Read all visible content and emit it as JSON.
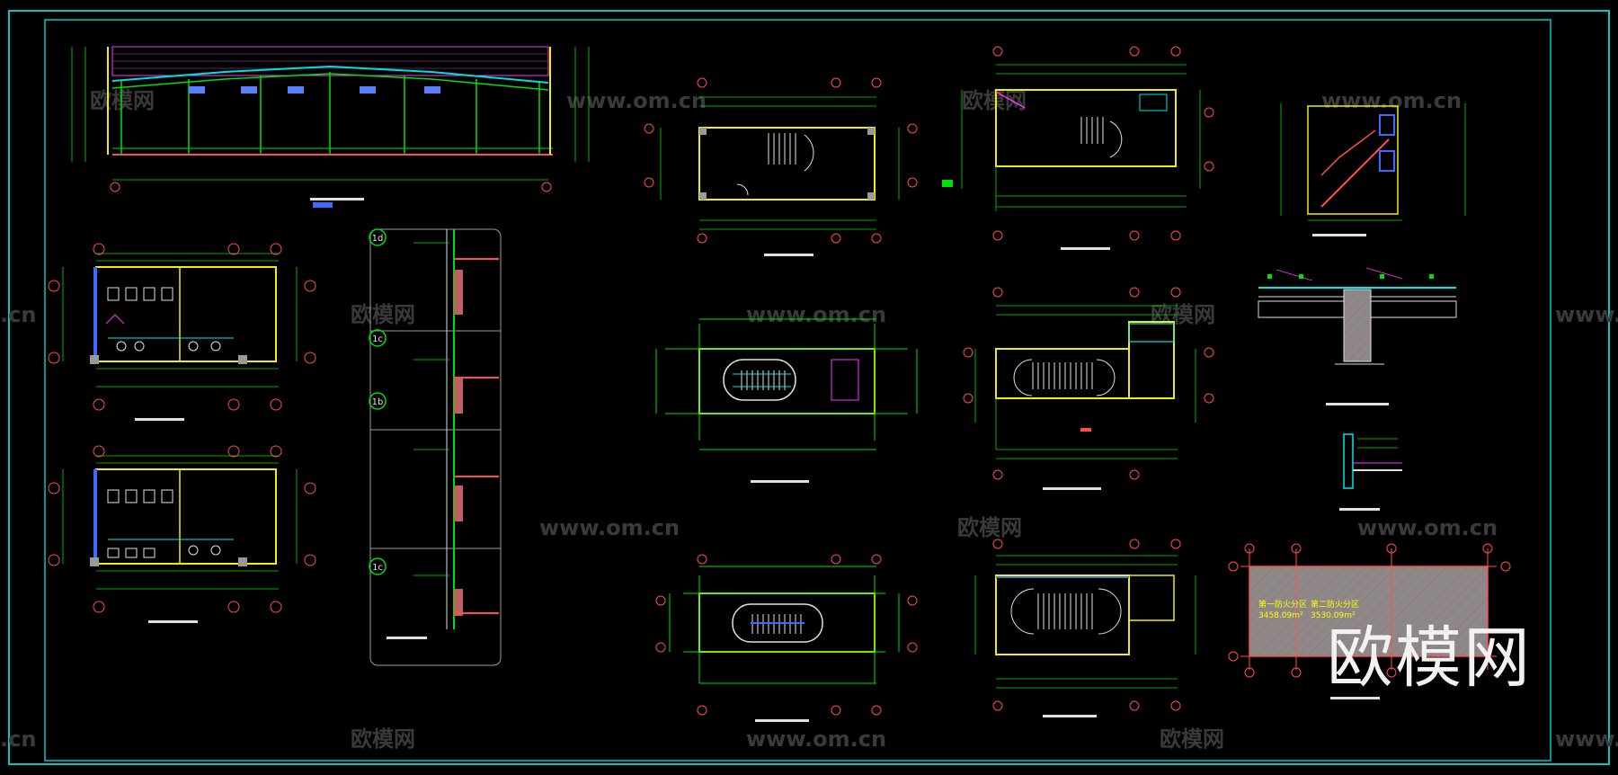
{
  "watermark": {
    "brand": "欧模网",
    "url": "www.om.cn",
    "corner_url": ".cn",
    "big_brand": "欧模网"
  },
  "callouts": {
    "c1": "1d",
    "c2": "1c",
    "c3": "1b",
    "c4": "1c"
  },
  "area_labels": {
    "a1_line1": "第一防火分区",
    "a1_line2": "3458.09m²",
    "a2_line1": "第二防火分区",
    "a2_line2": "3530.09m²"
  },
  "colors": {
    "frame": "#00c8c8",
    "wall": "#f0f000",
    "dim": "#00e000",
    "axis": "#ff4d4d",
    "text": "#e0e0e0",
    "accent_magenta": "#ff33ff",
    "cyan": "#00e8e8",
    "blue": "#3a6cff",
    "hatch": "#9a9a9a"
  },
  "icons": {
    "axis_bubble": "axis-bubble-icon",
    "callout": "detail-callout-icon"
  }
}
